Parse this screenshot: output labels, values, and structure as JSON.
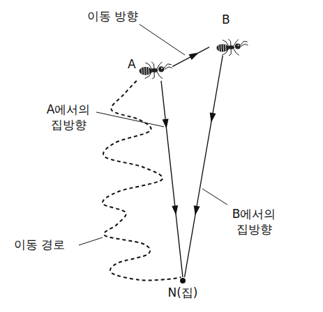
{
  "diagram": {
    "nodes": [
      {
        "text": [
          "A"
        ]
      },
      {
        "text": [
          "B"
        ]
      },
      {
        "text": [
          "N(집)"
        ]
      }
    ],
    "edges": [
      {
        "from": 0,
        "to": 1,
        "arrow": "to"
      },
      {
        "from": 0,
        "to": 2,
        "arrow": "to"
      },
      {
        "from": 1,
        "to": 2,
        "arrow": "to"
      },
      {
        "from": 0,
        "to": 2,
        "arrow": "none"
      }
    ],
    "labels": [
      "이동 방향",
      "A에서의 집방향",
      "B에서의 집방향",
      "이동 경로"
    ]
  }
}
